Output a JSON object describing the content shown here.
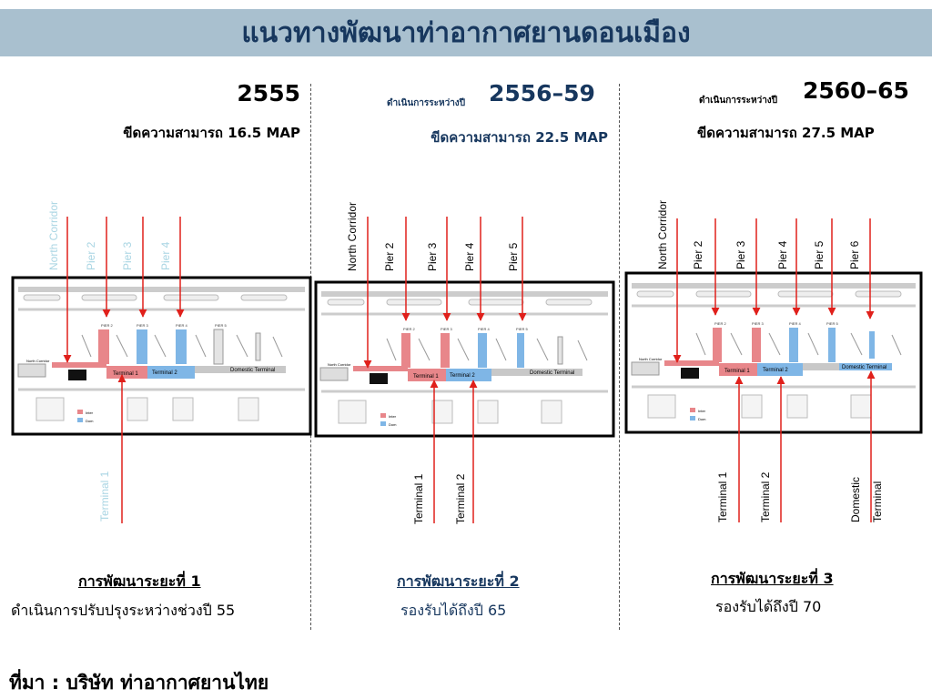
{
  "header": {
    "title": "แนวทางพัฒนาท่าอากาศยานดอนเมือง"
  },
  "panels": [
    {
      "year_prefix": "",
      "year": "2555",
      "capacity": "ขีดความสามารถ 16.5 MAP",
      "phase": "การพัฒนาระยะที่ 1",
      "detail": "ดำเนินการปรับปรุงระหว่างช่วงปี 55",
      "top_labels": [
        "North Corridor",
        "Pier 2",
        "Pier 3",
        "Pier 4"
      ],
      "bottom_labels": [
        "Terminal 1"
      ],
      "map_labels": {
        "north": "North Corridor",
        "t1": "Terminal 1",
        "t2": "Terminal 2",
        "dom": "Domestic Terminal",
        "pier5": "PIER 5",
        "inter": "Inter",
        "dom_legend": "Dom"
      }
    },
    {
      "year_prefix": "ดำเนินการระหว่างปี",
      "year": "2556–59",
      "capacity": "ขีดความสามารถ 22.5 MAP",
      "phase": "การพัฒนาระยะที่ 2",
      "detail": "รองรับได้ถึงปี 65",
      "top_labels": [
        "North Corridor",
        "Pier 2",
        "Pier 3",
        "Pier 4",
        "Pier 5"
      ],
      "bottom_labels": [
        "Terminal 1",
        "Terminal 2"
      ],
      "map_labels": {
        "north": "North Corridor",
        "t1": "Terminal 1",
        "t2": "Terminal 2",
        "dom": "Domestic Terminal",
        "pier5": "PIER 5",
        "inter": "Inter",
        "dom_legend": "Dom"
      }
    },
    {
      "year_prefix": "ดำเนินการระหว่างปี",
      "year": "2560–65",
      "capacity": "ขีดความสามารถ 27.5 MAP",
      "phase": "การพัฒนาระยะที่ 3",
      "detail": "รองรับได้ถึงปี 70",
      "top_labels": [
        "North Corridor",
        "Pier 2",
        "Pier 3",
        "Pier 4",
        "Pier 5",
        "Pier 6"
      ],
      "bottom_labels": [
        "Terminal 1",
        "Terminal 2",
        "Domestic",
        "Terminal"
      ],
      "map_labels": {
        "north": "North Corridor",
        "t1": "Terminal 1",
        "t2": "Terminal 2",
        "dom": "Domestic Terminal",
        "pier5": "PIER 5",
        "inter": "Inter",
        "dom_legend": "Dom"
      }
    }
  ],
  "source": "ที่มา : บริษัท ท่าอากาศยานไทย",
  "colors": {
    "title_bg": "#a9c0cf",
    "title_text": "#17375e",
    "phase2_text": "#17375e",
    "faded_label": "#a9d5e3",
    "arrow": "#e0201b",
    "inter_fill": "#e8868a",
    "dom_fill": "#7fb6e6"
  }
}
